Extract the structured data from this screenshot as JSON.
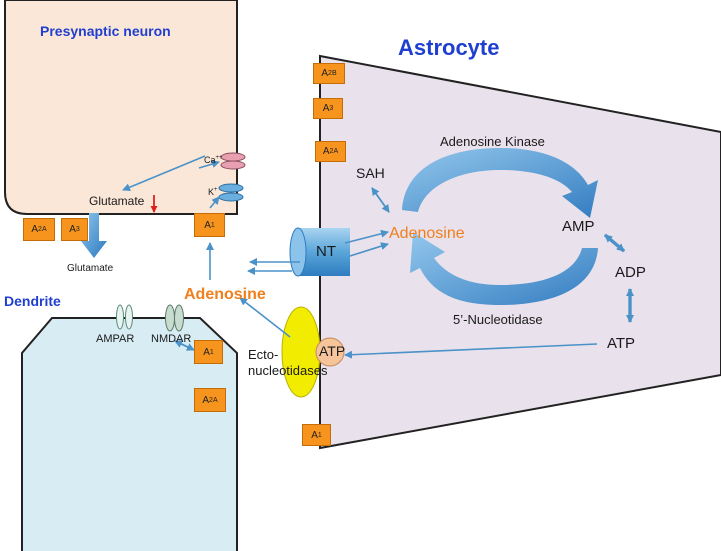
{
  "labels": {
    "presynaptic": "Presynaptic neuron",
    "astrocyte": "Astrocyte",
    "dendrite": "Dendrite",
    "adenosine_kinase": "Adenosine Kinase",
    "nucleotidase": "5’-Nucleotidase",
    "sah": "SAH",
    "adenosine_astro": "Adenosine",
    "adenosine_ext": "Adenosine",
    "amp": "AMP",
    "adp": "ADP",
    "atp_astro": "ATP",
    "atp_ext": "ATP",
    "nt": "NT",
    "ecto1": "Ecto-",
    "ecto2": "nucleotidases",
    "glutamate_in": "Glutamate",
    "glutamate_out": "Glutamate",
    "ampar": "AMPAR",
    "nmdar": "NMDAR",
    "ca": "Ca",
    "ca_sup": "++",
    "k": "K",
    "k_sup": "+"
  },
  "receptors": {
    "astro_a2b": {
      "main": "A",
      "sub": "2B"
    },
    "astro_a3": {
      "main": "A",
      "sub": "3"
    },
    "astro_a2a": {
      "main": "A",
      "sub": "2A"
    },
    "astro_a1": {
      "main": "A",
      "sub": "1"
    },
    "pre_a2a": {
      "main": "A",
      "sub": "2A"
    },
    "pre_a3": {
      "main": "A",
      "sub": "3"
    },
    "pre_a1": {
      "main": "A",
      "sub": "1"
    },
    "den_a1": {
      "main": "A",
      "sub": "1"
    },
    "den_a2a": {
      "main": "A",
      "sub": "2A"
    }
  },
  "colors": {
    "presynaptic_fill": "#fbe7d8",
    "dendrite_fill": "#d8ecf4",
    "astrocyte_fill": "#e9e1ec",
    "arrow": "#4a92c8",
    "receptor": "#f7941d",
    "ecto": "#f2ec00",
    "atp_circle": "#f6c49a",
    "adenosine_text": "#f07f1d",
    "title_text": "#1f3fd0"
  }
}
